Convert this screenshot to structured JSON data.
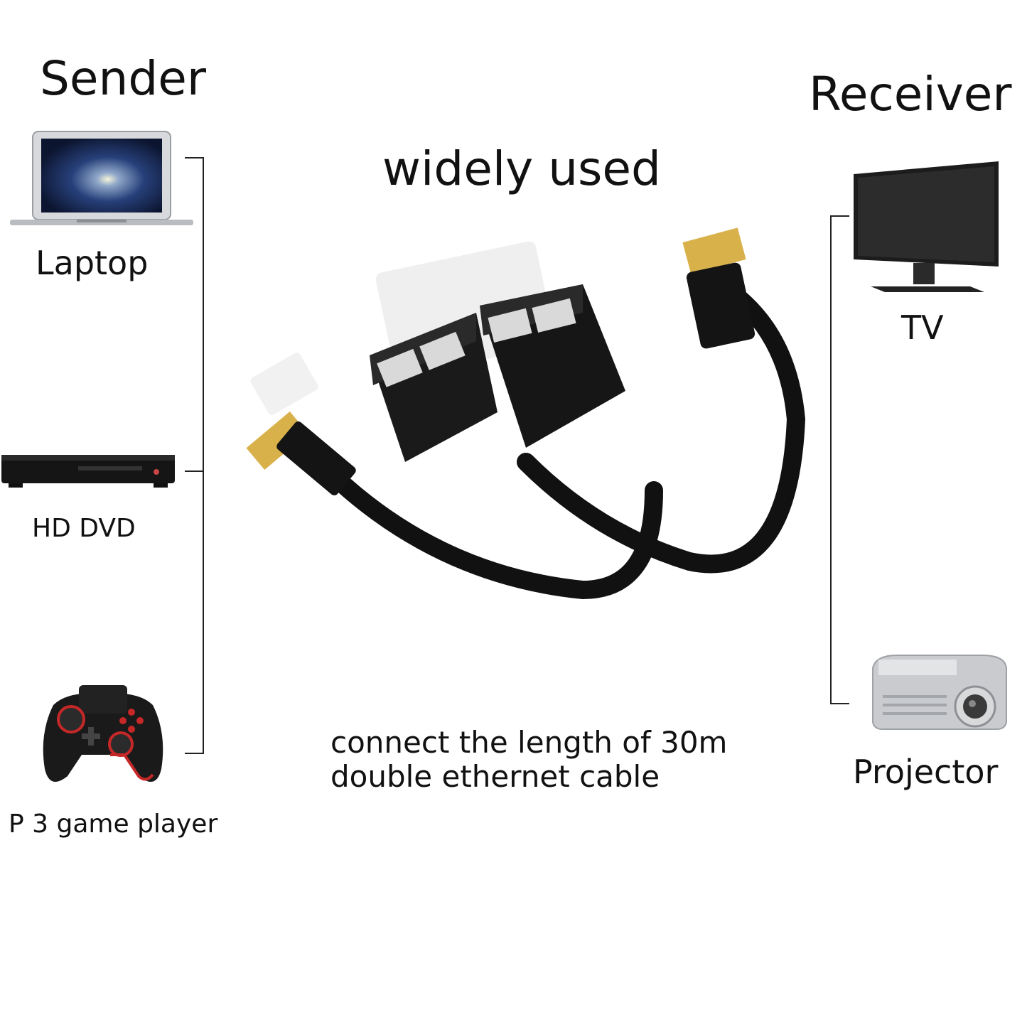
{
  "sender": {
    "title": "Sender",
    "devices": [
      {
        "label": "Laptop",
        "icon": "laptop-icon"
      },
      {
        "label": "HD DVD",
        "icon": "dvd-player-icon"
      },
      {
        "label": "P  3 game player",
        "icon": "gamepad-icon"
      }
    ]
  },
  "center": {
    "title": "widely used",
    "caption_line1": "connect the length of 30m",
    "caption_line2": "double ethernet cable"
  },
  "receiver": {
    "title": "Receiver",
    "devices": [
      {
        "label": "TV",
        "icon": "monitor-icon"
      },
      {
        "label": "Projector",
        "icon": "projector-icon"
      }
    ]
  },
  "colors": {
    "text": "#111111",
    "bracket": "#222222",
    "device_black": "#141414",
    "gold": "#d8b14a",
    "projector_silver": "#c9cbce"
  }
}
